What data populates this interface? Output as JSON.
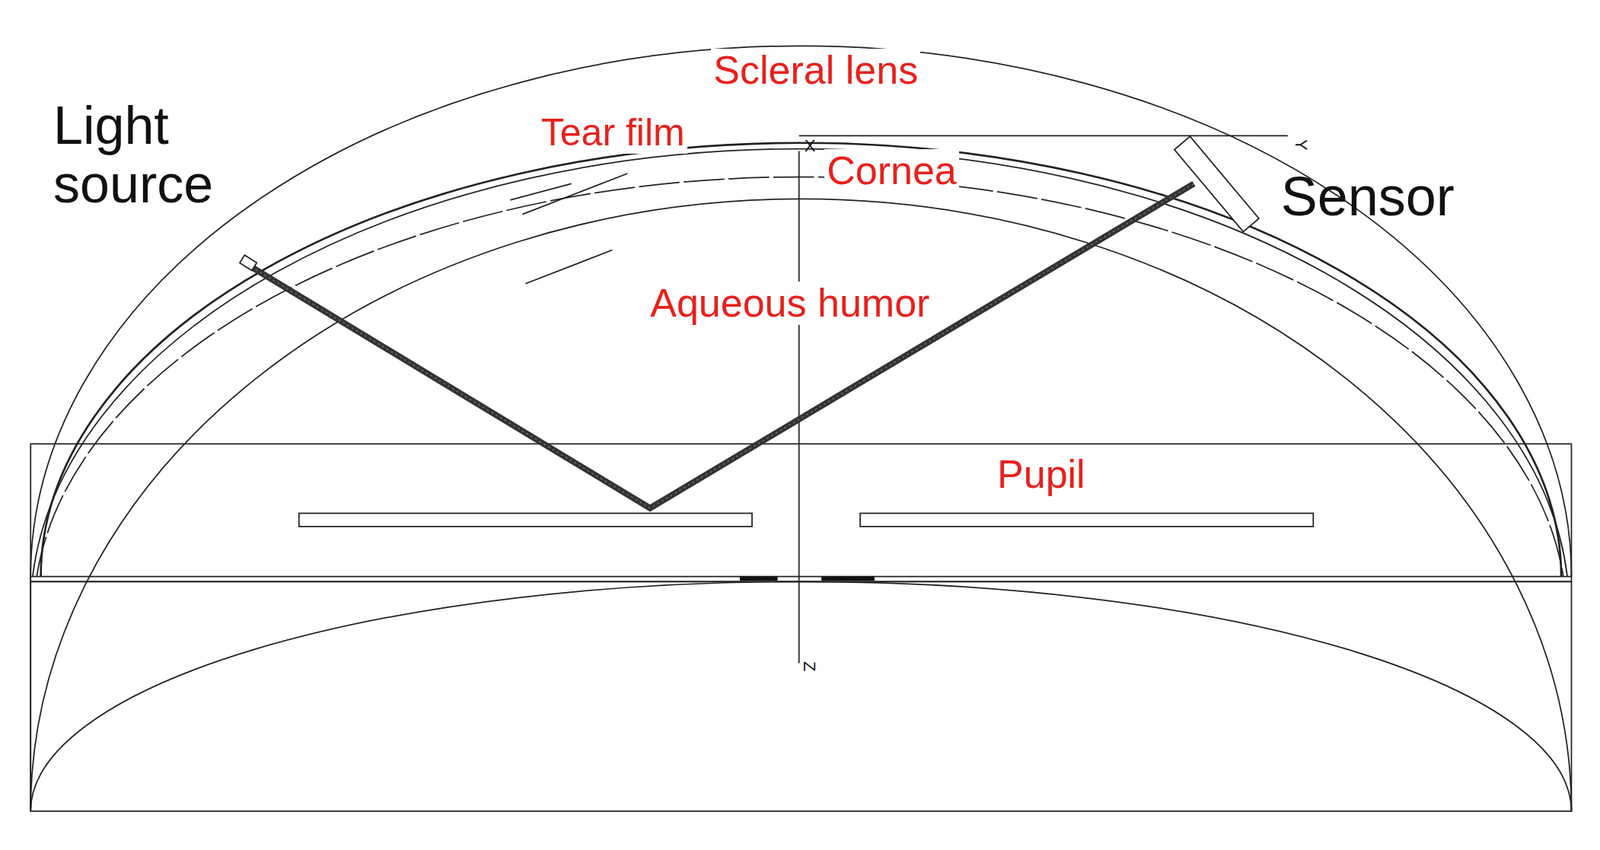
{
  "diagram": {
    "labels": [
      "Scleral lens",
      "Tear film",
      "Cornea",
      "Aqueous humor",
      "Pupil",
      "Light source",
      "Sensor",
      "X",
      "Y",
      "Z"
    ]
  }
}
